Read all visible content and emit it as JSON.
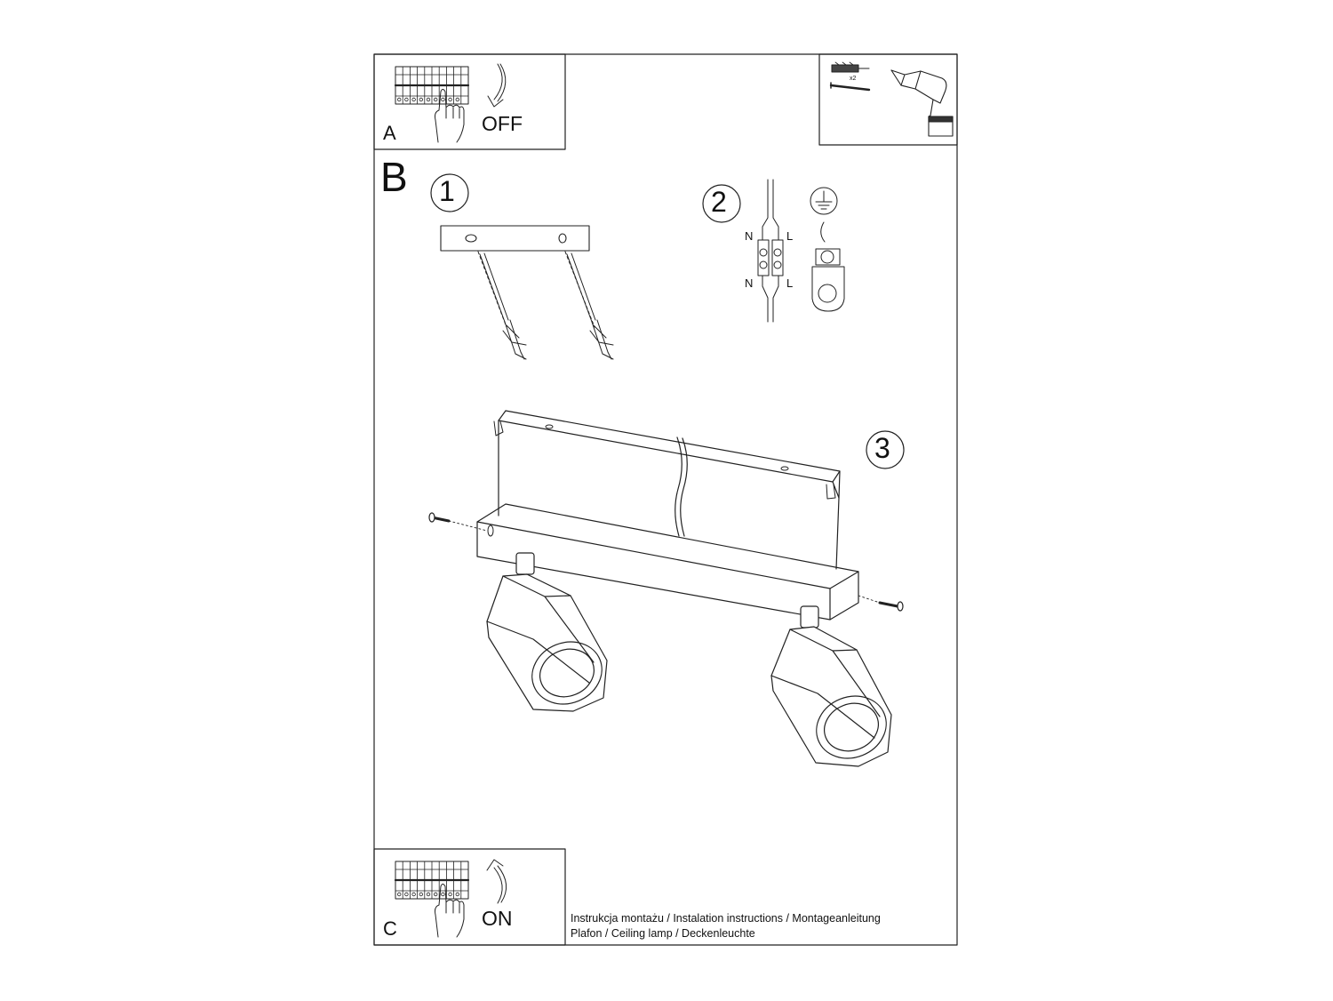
{
  "panels": {
    "a": {
      "letter": "A",
      "state": "OFF"
    },
    "b": {
      "letter": "B"
    },
    "c": {
      "letter": "C",
      "state": "ON"
    }
  },
  "steps": [
    {
      "number": "1"
    },
    {
      "number": "2",
      "wiring": {
        "neutral": "N",
        "live": "L"
      }
    },
    {
      "number": "3"
    }
  ],
  "tools": {
    "anchor_count": "x2"
  },
  "footer": {
    "line1": "Instrukcja montażu / Instalation instructions / Montageanleitung",
    "line2": "Plafon / Ceiling lamp / Deckenleuchte"
  },
  "icons": [
    "breaker-panel-icon",
    "hand-icon",
    "arrow-down-icon",
    "arrow-up-icon",
    "drill-icon",
    "wall-plug-icon",
    "screw-icon",
    "terminal-block-icon",
    "ground-symbol-icon",
    "ground-terminal-icon",
    "mounting-plate-icon",
    "lamp-fixture-icon"
  ]
}
